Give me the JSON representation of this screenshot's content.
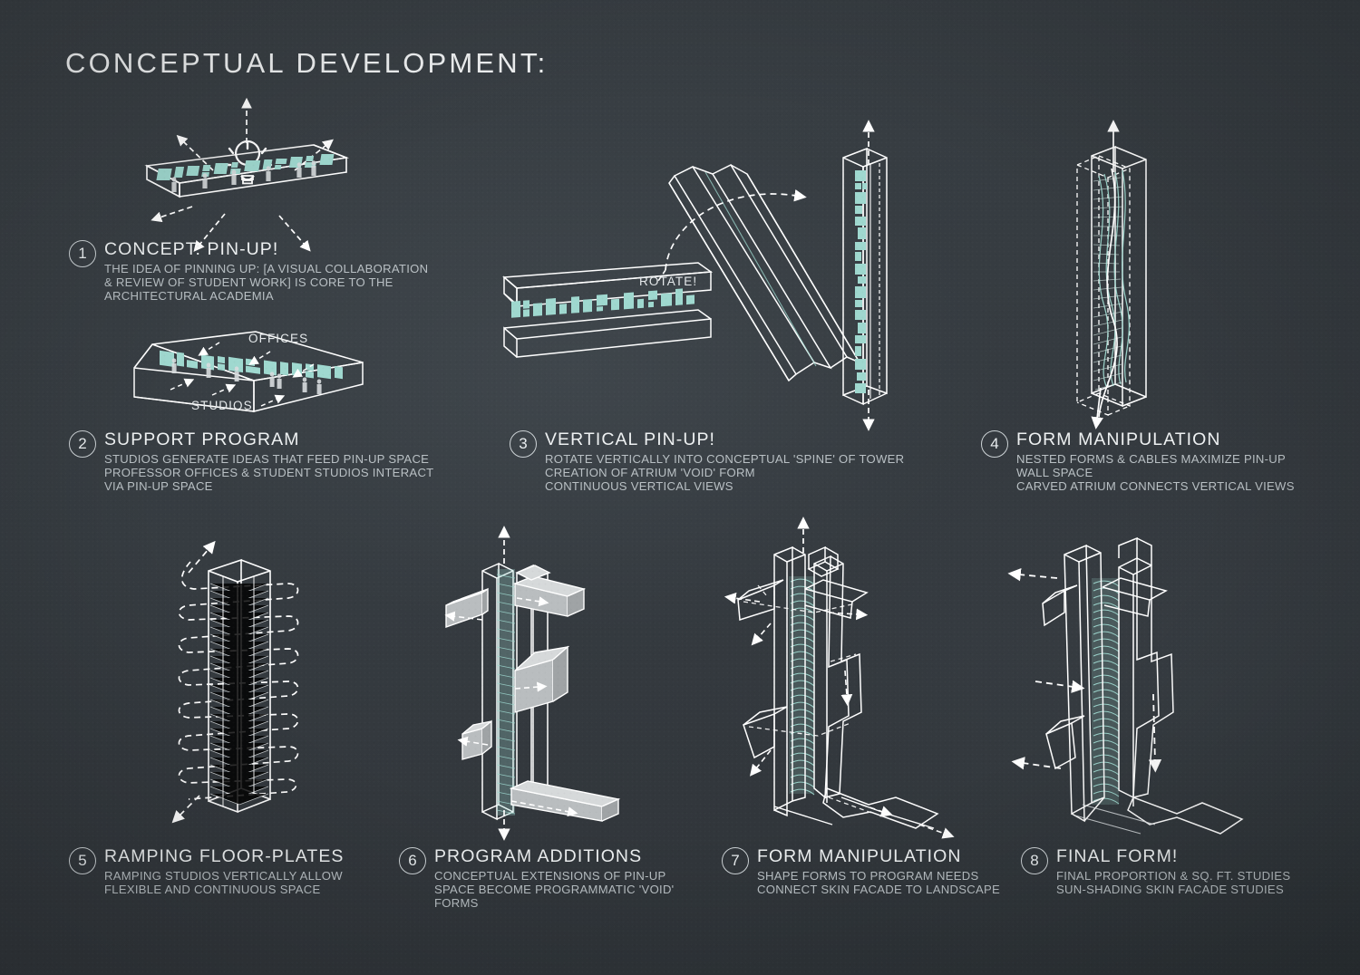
{
  "page": {
    "title": "CONCEPTUAL DEVELOPMENT:",
    "background_color": "#363c41",
    "accent_color": "#9fd8cf",
    "line_color": "#ffffff",
    "text_color": "#eef1f2",
    "body_text_color": "#b9c0c4"
  },
  "steps": [
    {
      "number": "1",
      "heading": "CONCEPT: PIN-UP!",
      "body": [
        "THE IDEA OF PINNING UP: [A VISUAL COLLABORATION",
        "& REVIEW OF STUDENT WORK] IS CORE TO THE",
        "ARCHITECTURAL ACADEMIA"
      ],
      "diagram": "horizontal-pinup-bar-with-lightbulb",
      "diagram_labels": []
    },
    {
      "number": "2",
      "heading": "SUPPORT PROGRAM",
      "body": [
        "STUDIOS GENERATE IDEAS THAT FEED PIN-UP SPACE",
        "PROFESSOR OFFICES & STUDENT STUDIOS INTERACT",
        "VIA PIN-UP SPACE"
      ],
      "diagram": "bar-with-offices-and-studios",
      "diagram_labels": [
        "OFFICES",
        "STUDIOS"
      ]
    },
    {
      "number": "3",
      "heading": "VERTICAL PIN-UP!",
      "body": [
        "ROTATE VERTICALLY INTO CONCEPTUAL 'SPINE' OF TOWER",
        "CREATION OF ATRIUM 'VOID' FORM",
        "CONTINUOUS VERTICAL VIEWS"
      ],
      "diagram": "rotate-bar-to-tower",
      "diagram_labels": [
        "ROTATE!"
      ]
    },
    {
      "number": "4",
      "heading": "FORM MANIPULATION",
      "body": [
        "NESTED FORMS & CABLES MAXIMIZE PIN-UP",
        "WALL SPACE",
        "CARVED ATRIUM CONNECTS VERTICAL VIEWS"
      ],
      "diagram": "nested-cable-atrium-volume",
      "diagram_labels": []
    },
    {
      "number": "5",
      "heading": "RAMPING FLOOR-PLATES",
      "body": [
        "RAMPING STUDIOS VERTICALLY ALLOW",
        "FLEXIBLE AND CONTINUOUS SPACE"
      ],
      "diagram": "stacked-floorplates-with-zigzag-ramp",
      "diagram_labels": []
    },
    {
      "number": "6",
      "heading": "PROGRAM ADDITIONS",
      "body": [
        "CONCEPTUAL EXTENSIONS OF PIN-UP",
        "SPACE BECOME PROGRAMMATIC 'VOID'",
        "FORMS"
      ],
      "diagram": "tower-with-extruded-program-blocks",
      "diagram_labels": []
    },
    {
      "number": "7",
      "heading": "FORM MANIPULATION",
      "body": [
        "SHAPE FORMS TO PROGRAM NEEDS",
        "CONNECT SKIN FACADE TO LANDSCAPE"
      ],
      "diagram": "shaped-faceted-tower-with-landscape",
      "diagram_labels": []
    },
    {
      "number": "8",
      "heading": "FINAL FORM!",
      "body": [
        "FINAL PROPORTION & SQ. FT. STUDIES",
        "SUN-SHADING SKIN FACADE STUDIES"
      ],
      "diagram": "final-tower-form-with-sun-shading",
      "diagram_labels": []
    }
  ]
}
